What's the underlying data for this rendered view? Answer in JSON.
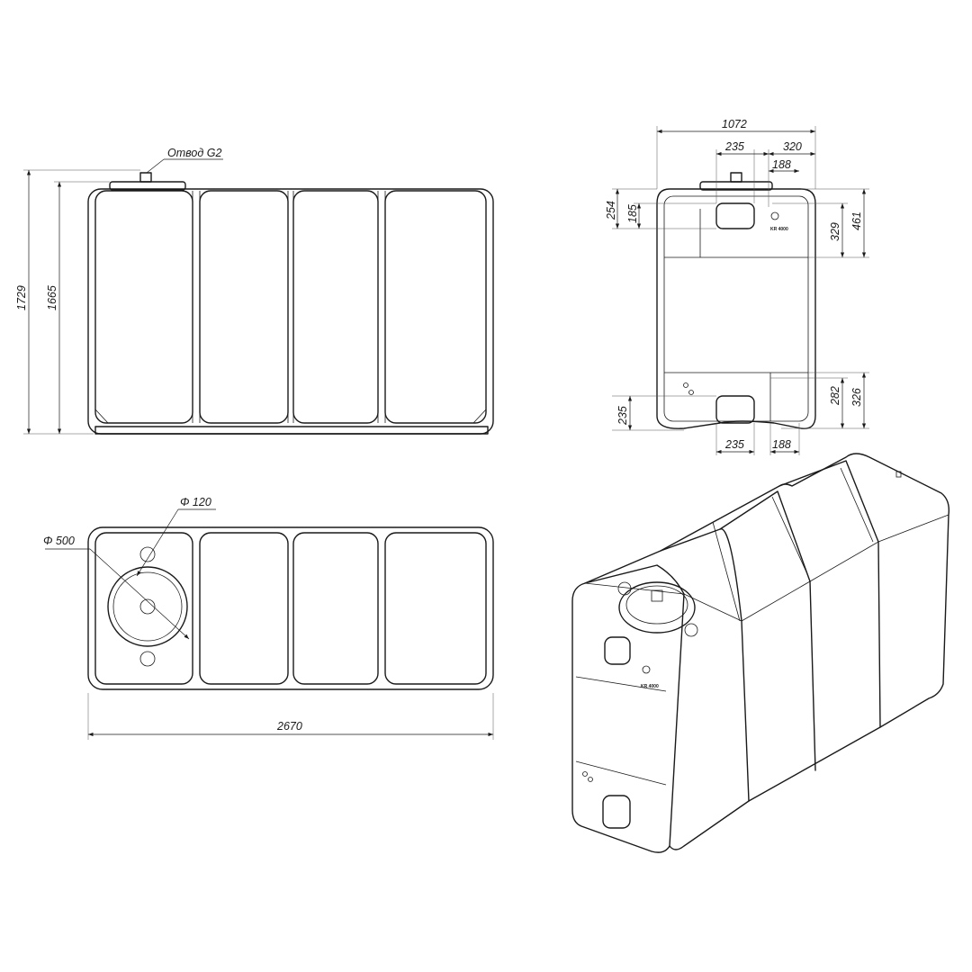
{
  "labels": {
    "fitting": "Отвод G2",
    "height_total": "1729",
    "height_body": "1665",
    "length": "2670",
    "dia_hatch": "Φ 500",
    "dia_small": "Φ 120",
    "width": "1072",
    "top_235": "235",
    "top_320": "320",
    "top_188": "188",
    "left_254": "254",
    "left_185": "185",
    "right_329": "329",
    "right_461": "461",
    "bottom_235_left": "235",
    "right_282": "282",
    "right_326": "326",
    "bottom_235": "235",
    "bottom_188": "188"
  },
  "logo_text": "KR 4000",
  "colors": {
    "line": "#1a1a1a",
    "background": "#ffffff"
  }
}
